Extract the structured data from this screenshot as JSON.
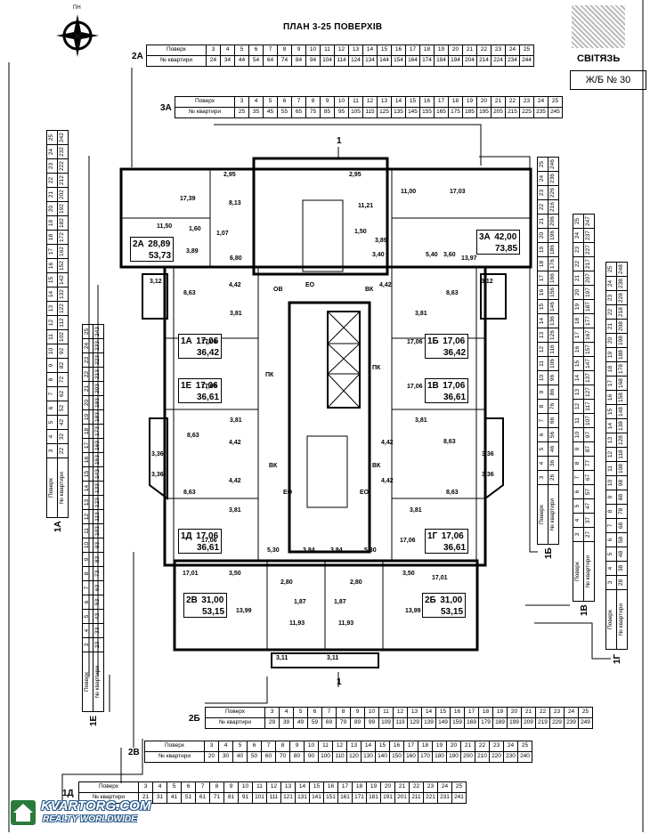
{
  "title": "ПЛАН 3-25 ПОВЕРХІВ",
  "compass_label": "ПН",
  "brand": "СВІТЯЗЬ",
  "building_label": "Ж/Б № 30",
  "section_marks": [
    "1",
    "1"
  ],
  "watermark": {
    "line1": "KVARTORG.COM",
    "line2": "REALTY WORLDWIDE"
  },
  "row_labels": {
    "floor": "Поверх",
    "apt": "№ квартири"
  },
  "floors": [
    "3",
    "4",
    "5",
    "6",
    "7",
    "8",
    "9",
    "10",
    "11",
    "12",
    "13",
    "14",
    "15",
    "16",
    "17",
    "18",
    "19",
    "20",
    "21",
    "22",
    "23",
    "24",
    "25"
  ],
  "tables": {
    "t2A": {
      "tag": "2А",
      "apts": [
        "24",
        "34",
        "44",
        "54",
        "64",
        "74",
        "84",
        "94",
        "104",
        "114",
        "124",
        "134",
        "144",
        "154",
        "164",
        "174",
        "184",
        "194",
        "204",
        "214",
        "224",
        "234",
        "244"
      ]
    },
    "t3A": {
      "tag": "3А",
      "apts": [
        "25",
        "35",
        "45",
        "55",
        "65",
        "75",
        "85",
        "95",
        "105",
        "115",
        "125",
        "135",
        "145",
        "155",
        "165",
        "175",
        "185",
        "195",
        "205",
        "215",
        "225",
        "235",
        "245"
      ]
    },
    "t2B": {
      "tag": "2Б",
      "apts": [
        "29",
        "39",
        "49",
        "59",
        "69",
        "79",
        "89",
        "99",
        "109",
        "119",
        "129",
        "139",
        "149",
        "159",
        "169",
        "179",
        "189",
        "199",
        "209",
        "219",
        "229",
        "239",
        "249"
      ]
    },
    "t2V": {
      "tag": "2В",
      "apts": [
        "20",
        "30",
        "40",
        "50",
        "60",
        "70",
        "80",
        "90",
        "100",
        "110",
        "120",
        "130",
        "140",
        "150",
        "160",
        "170",
        "180",
        "190",
        "200",
        "210",
        "220",
        "230",
        "240"
      ]
    },
    "t1D": {
      "tag": "1Д",
      "apts": [
        "21",
        "31",
        "41",
        "51",
        "61",
        "71",
        "81",
        "91",
        "101",
        "111",
        "121",
        "131",
        "141",
        "151",
        "161",
        "171",
        "181",
        "191",
        "201",
        "211",
        "221",
        "231",
        "241"
      ]
    },
    "t1A": {
      "tag": "1А",
      "apts": [
        "22",
        "32",
        "42",
        "52",
        "62",
        "72",
        "82",
        "92",
        "102",
        "112",
        "122",
        "132",
        "142",
        "152",
        "162",
        "172",
        "182",
        "192",
        "202",
        "212",
        "222",
        "232",
        "242"
      ]
    },
    "t1E": {
      "tag": "1Е",
      "apts": [
        "23",
        "33",
        "43",
        "53",
        "63",
        "73",
        "83",
        "93",
        "103",
        "113",
        "123",
        "133",
        "143",
        "153",
        "163",
        "173",
        "183",
        "193",
        "203",
        "213",
        "223",
        "233",
        "243"
      ]
    },
    "t1B": {
      "tag": "1Б",
      "apts": [
        "26",
        "36",
        "46",
        "56",
        "66",
        "76",
        "86",
        "96",
        "106",
        "116",
        "126",
        "136",
        "146",
        "156",
        "166",
        "176",
        "186",
        "196",
        "206",
        "216",
        "226",
        "236",
        "246"
      ]
    },
    "t1V": {
      "tag": "1В",
      "apts": [
        "27",
        "37",
        "47",
        "57",
        "67",
        "77",
        "87",
        "97",
        "107",
        "117",
        "127",
        "137",
        "147",
        "157",
        "167",
        "177",
        "187",
        "197",
        "207",
        "217",
        "227",
        "237",
        "247"
      ]
    },
    "t1G": {
      "tag": "1Г",
      "apts": [
        "28",
        "38",
        "48",
        "58",
        "68",
        "78",
        "88",
        "98",
        "108",
        "118",
        "128",
        "138",
        "148",
        "158",
        "168",
        "178",
        "188",
        "198",
        "208",
        "218",
        "228",
        "238",
        "248"
      ]
    }
  },
  "apartments": {
    "a2A": {
      "type": "2А",
      "area1": "28,89",
      "area2": "53,73"
    },
    "a3A": {
      "type": "3А",
      "area1": "42,00",
      "area2": "73,85"
    },
    "a1A": {
      "type": "1А",
      "area1": "17,06",
      "area2": "36,42"
    },
    "a1B": {
      "type": "1Б",
      "area1": "17,06",
      "area2": "36,42"
    },
    "a1E": {
      "type": "1Е",
      "area1": "17,06",
      "area2": "36,61"
    },
    "a1V": {
      "type": "1В",
      "area1": "17,06",
      "area2": "36,61"
    },
    "a1D": {
      "type": "1Д",
      "area1": "17,06",
      "area2": "36,61"
    },
    "a1G": {
      "type": "1Г",
      "area1": "17,06",
      "area2": "36,61"
    },
    "a2V": {
      "type": "2В",
      "area1": "31,00",
      "area2": "53,15"
    },
    "a2B": {
      "type": "2Б",
      "area1": "31,00",
      "area2": "53,15"
    }
  },
  "rooms": {
    "r1": "2,95",
    "r2": "2,95",
    "r3": "17,39",
    "r4": "8,13",
    "r5": "11,21",
    "r6": "11,00",
    "r7": "17,03",
    "r8": "11,50",
    "r9": "1,60",
    "r10": "1,50",
    "r11": "1,07",
    "r12": "3,89",
    "r13": "6,80",
    "r14": "3,89",
    "r15": "3,40",
    "r16": "5,40",
    "r17": "3,60",
    "r18": "13,97",
    "r19": "3,12",
    "r20": "4,42",
    "r21": "4,42",
    "r22": "3,12",
    "r23": "8,63",
    "r24": "8,63",
    "r25": "3,81",
    "r26": "3,81",
    "r27": "17,06",
    "r28": "17,06",
    "r29": "17,06",
    "r30": "17,06",
    "r31": "3,81",
    "r32": "3,81",
    "r33": "8,63",
    "r34": "8,63",
    "r35": "4,42",
    "r36": "4,42",
    "r37": "3,36",
    "r38": "3,36",
    "r39": "4,42",
    "r40": "4,42",
    "r41": "3,36",
    "r42": "3,36",
    "r43": "8,63",
    "r44": "8,63",
    "r45": "3,81",
    "r46": "3,81",
    "r47": "17,06",
    "r48": "17,06",
    "r49": "5,30",
    "r50": "5,30",
    "r51": "3,84",
    "r52": "3,84",
    "r53": "17,01",
    "r54": "17,01",
    "r55": "3,50",
    "r56": "3,50",
    "r57": "2,80",
    "r58": "2,80",
    "r59": "1,87",
    "r60": "1,87",
    "r61": "13,99",
    "r62": "13,99",
    "r63": "11,93",
    "r64": "11,93",
    "r65": "3,11",
    "r66": "3,11"
  },
  "labels": {
    "ov": "ОВ",
    "eo": "ЕО",
    "vk": "ВК",
    "pk": "ПК"
  }
}
